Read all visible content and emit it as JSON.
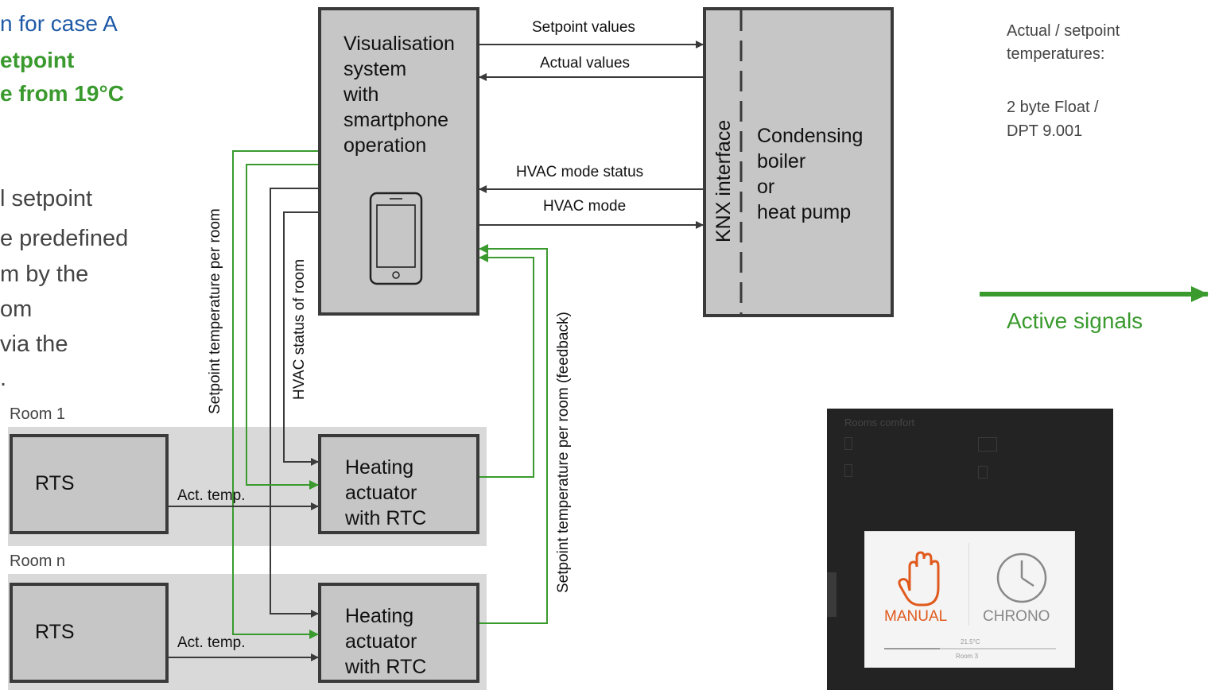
{
  "left_text": {
    "title_blue": "n for case A",
    "title_green_1": "etpoint",
    "title_green_2": "e from 19°C",
    "body_lines": [
      "l setpoint",
      "e predefined",
      "m by the",
      "om",
      "via the",
      "."
    ]
  },
  "boxes": {
    "visualisation": [
      "Visualisation",
      "system",
      "with",
      "smartphone",
      "operation"
    ],
    "knx_interface": "KNX interface",
    "boiler": [
      "Condensing",
      "boiler",
      "or",
      "heat pump"
    ],
    "rts": "RTS",
    "actuator": [
      "Heating",
      "actuator",
      "with RTC"
    ]
  },
  "rooms": [
    {
      "label": "Room 1",
      "act_temp": "Act. temp."
    },
    {
      "label": "Room n",
      "act_temp": "Act. temp."
    }
  ],
  "signals": {
    "setpoint_values": "Setpoint values",
    "actual_values": "Actual values",
    "hvac_mode_status": "HVAC mode status",
    "hvac_mode": "HVAC mode",
    "setpoint_per_room": "Setpoint temperature per room",
    "hvac_status_room": "HVAC status of room",
    "setpoint_feedback": "Setpoint temperature per room (feedback)"
  },
  "right_note": {
    "line1": "Actual / setpoint",
    "line2": "temperatures:",
    "line3": "2 byte Float /",
    "line4": "DPT 9.001"
  },
  "legend": {
    "label": "Active signals"
  },
  "screenshot": {
    "header": "Rooms comfort",
    "manual": "MANUAL",
    "chrono": "CHRONO",
    "temp": "21.5°C",
    "room": "Room 3"
  },
  "colors": {
    "green": "#3a9a2e",
    "blue": "#1f5aa6",
    "dark": "#3a3a3a",
    "box": "#c6c6c6",
    "room_bg": "#d9d9d9",
    "orange": "#e05a1e"
  }
}
